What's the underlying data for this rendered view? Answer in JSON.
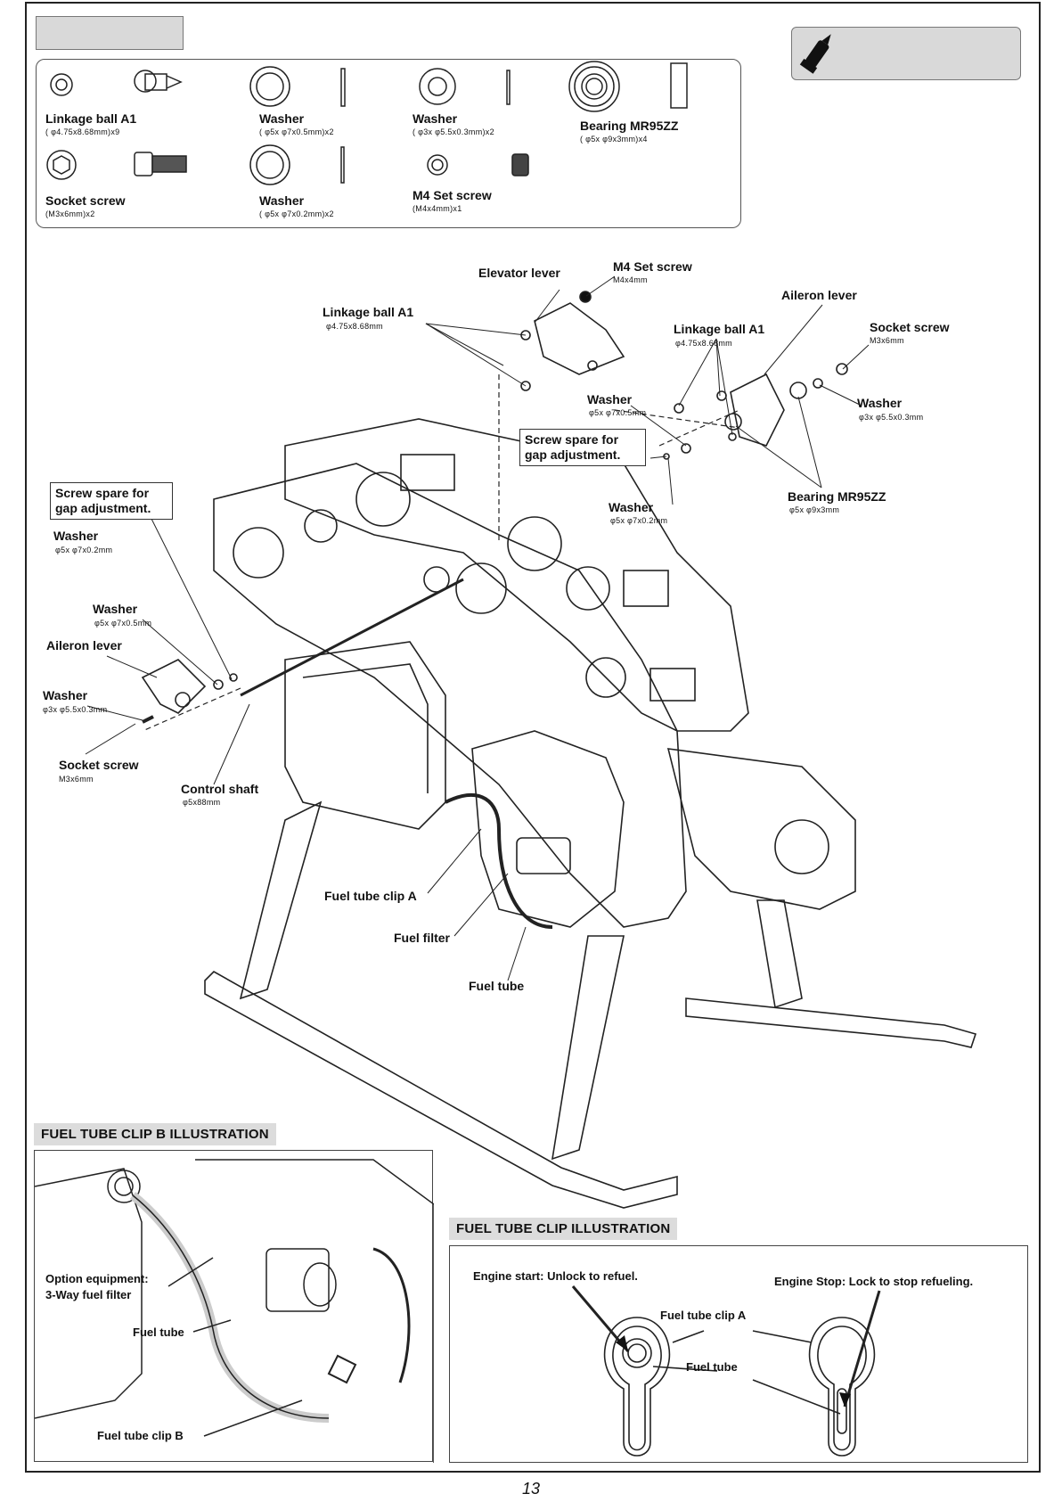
{
  "page_number": "13",
  "parts": [
    {
      "name": "Linkage ball A1",
      "spec": "( φ4.75x8.68mm)x9"
    },
    {
      "name": "Washer",
      "spec": "( φ5x φ7x0.5mm)x2"
    },
    {
      "name": "Washer",
      "spec": "( φ3x φ5.5x0.3mm)x2"
    },
    {
      "name": "Bearing MR95ZZ",
      "spec": "( φ5x φ9x3mm)x4"
    },
    {
      "name": "Socket screw",
      "spec": "(M3x6mm)x2"
    },
    {
      "name": "Washer",
      "spec": "( φ5x φ7x0.2mm)x2"
    },
    {
      "name": "M4 Set screw",
      "spec": "(M4x4mm)x1"
    }
  ],
  "callouts": {
    "elevator_lever": "Elevator lever",
    "m4_set_screw": "M4 Set screw",
    "m4_set_screw_spec": "M4x4mm",
    "linkage_ball_left": "Linkage ball A1",
    "linkage_ball_left_spec": "φ4.75x8.68mm",
    "aileron_lever_right": "Aileron lever",
    "linkage_ball_right": "Linkage ball A1",
    "linkage_ball_right_spec": "φ4.75x8.68mm",
    "socket_screw_right": "Socket screw",
    "socket_screw_right_spec": "M3x6mm",
    "washer_right_05": "Washer",
    "washer_right_05_spec": "φ5x φ7x0.5mm",
    "washer_right_03": "Washer",
    "washer_right_03_spec": "φ3x φ5.5x0.3mm",
    "screw_spare_right": "Screw spare for gap adjustment.",
    "washer_right_02": "Washer",
    "washer_right_02_spec": "φ5x φ7x0.2mm",
    "bearing_right": "Bearing MR95ZZ",
    "bearing_right_spec": "φ5x φ9x3mm",
    "screw_spare_left": "Screw spare for gap adjustment.",
    "washer_left_02": "Washer",
    "washer_left_02_spec": "φ5x φ7x0.2mm",
    "washer_left_05": "Washer",
    "washer_left_05_spec": "φ5x φ7x0.5mm",
    "aileron_lever_left": "Aileron lever",
    "washer_left_03": "Washer",
    "washer_left_03_spec": "φ3x φ5.5x0.3mm",
    "socket_screw_left": "Socket screw",
    "socket_screw_left_spec": "M3x6mm",
    "control_shaft": "Control shaft",
    "control_shaft_spec": "φ5x88mm",
    "fuel_tube_clip_a": "Fuel tube clip A",
    "fuel_filter": "Fuel filter",
    "fuel_tube": "Fuel tube"
  },
  "clip_b": {
    "title": "FUEL TUBE CLIP B ILLUSTRATION",
    "option_line1": "Option equipment:",
    "option_line2": "3-Way fuel filter",
    "fuel_tube": "Fuel tube",
    "clip_b": "Fuel tube clip B"
  },
  "clip": {
    "title": "FUEL TUBE CLIP ILLUSTRATION",
    "engine_start": "Engine start: Unlock to refuel.",
    "engine_stop": "Engine Stop: Lock to stop refueling.",
    "clip_a": "Fuel tube clip A",
    "fuel_tube": "Fuel tube"
  }
}
